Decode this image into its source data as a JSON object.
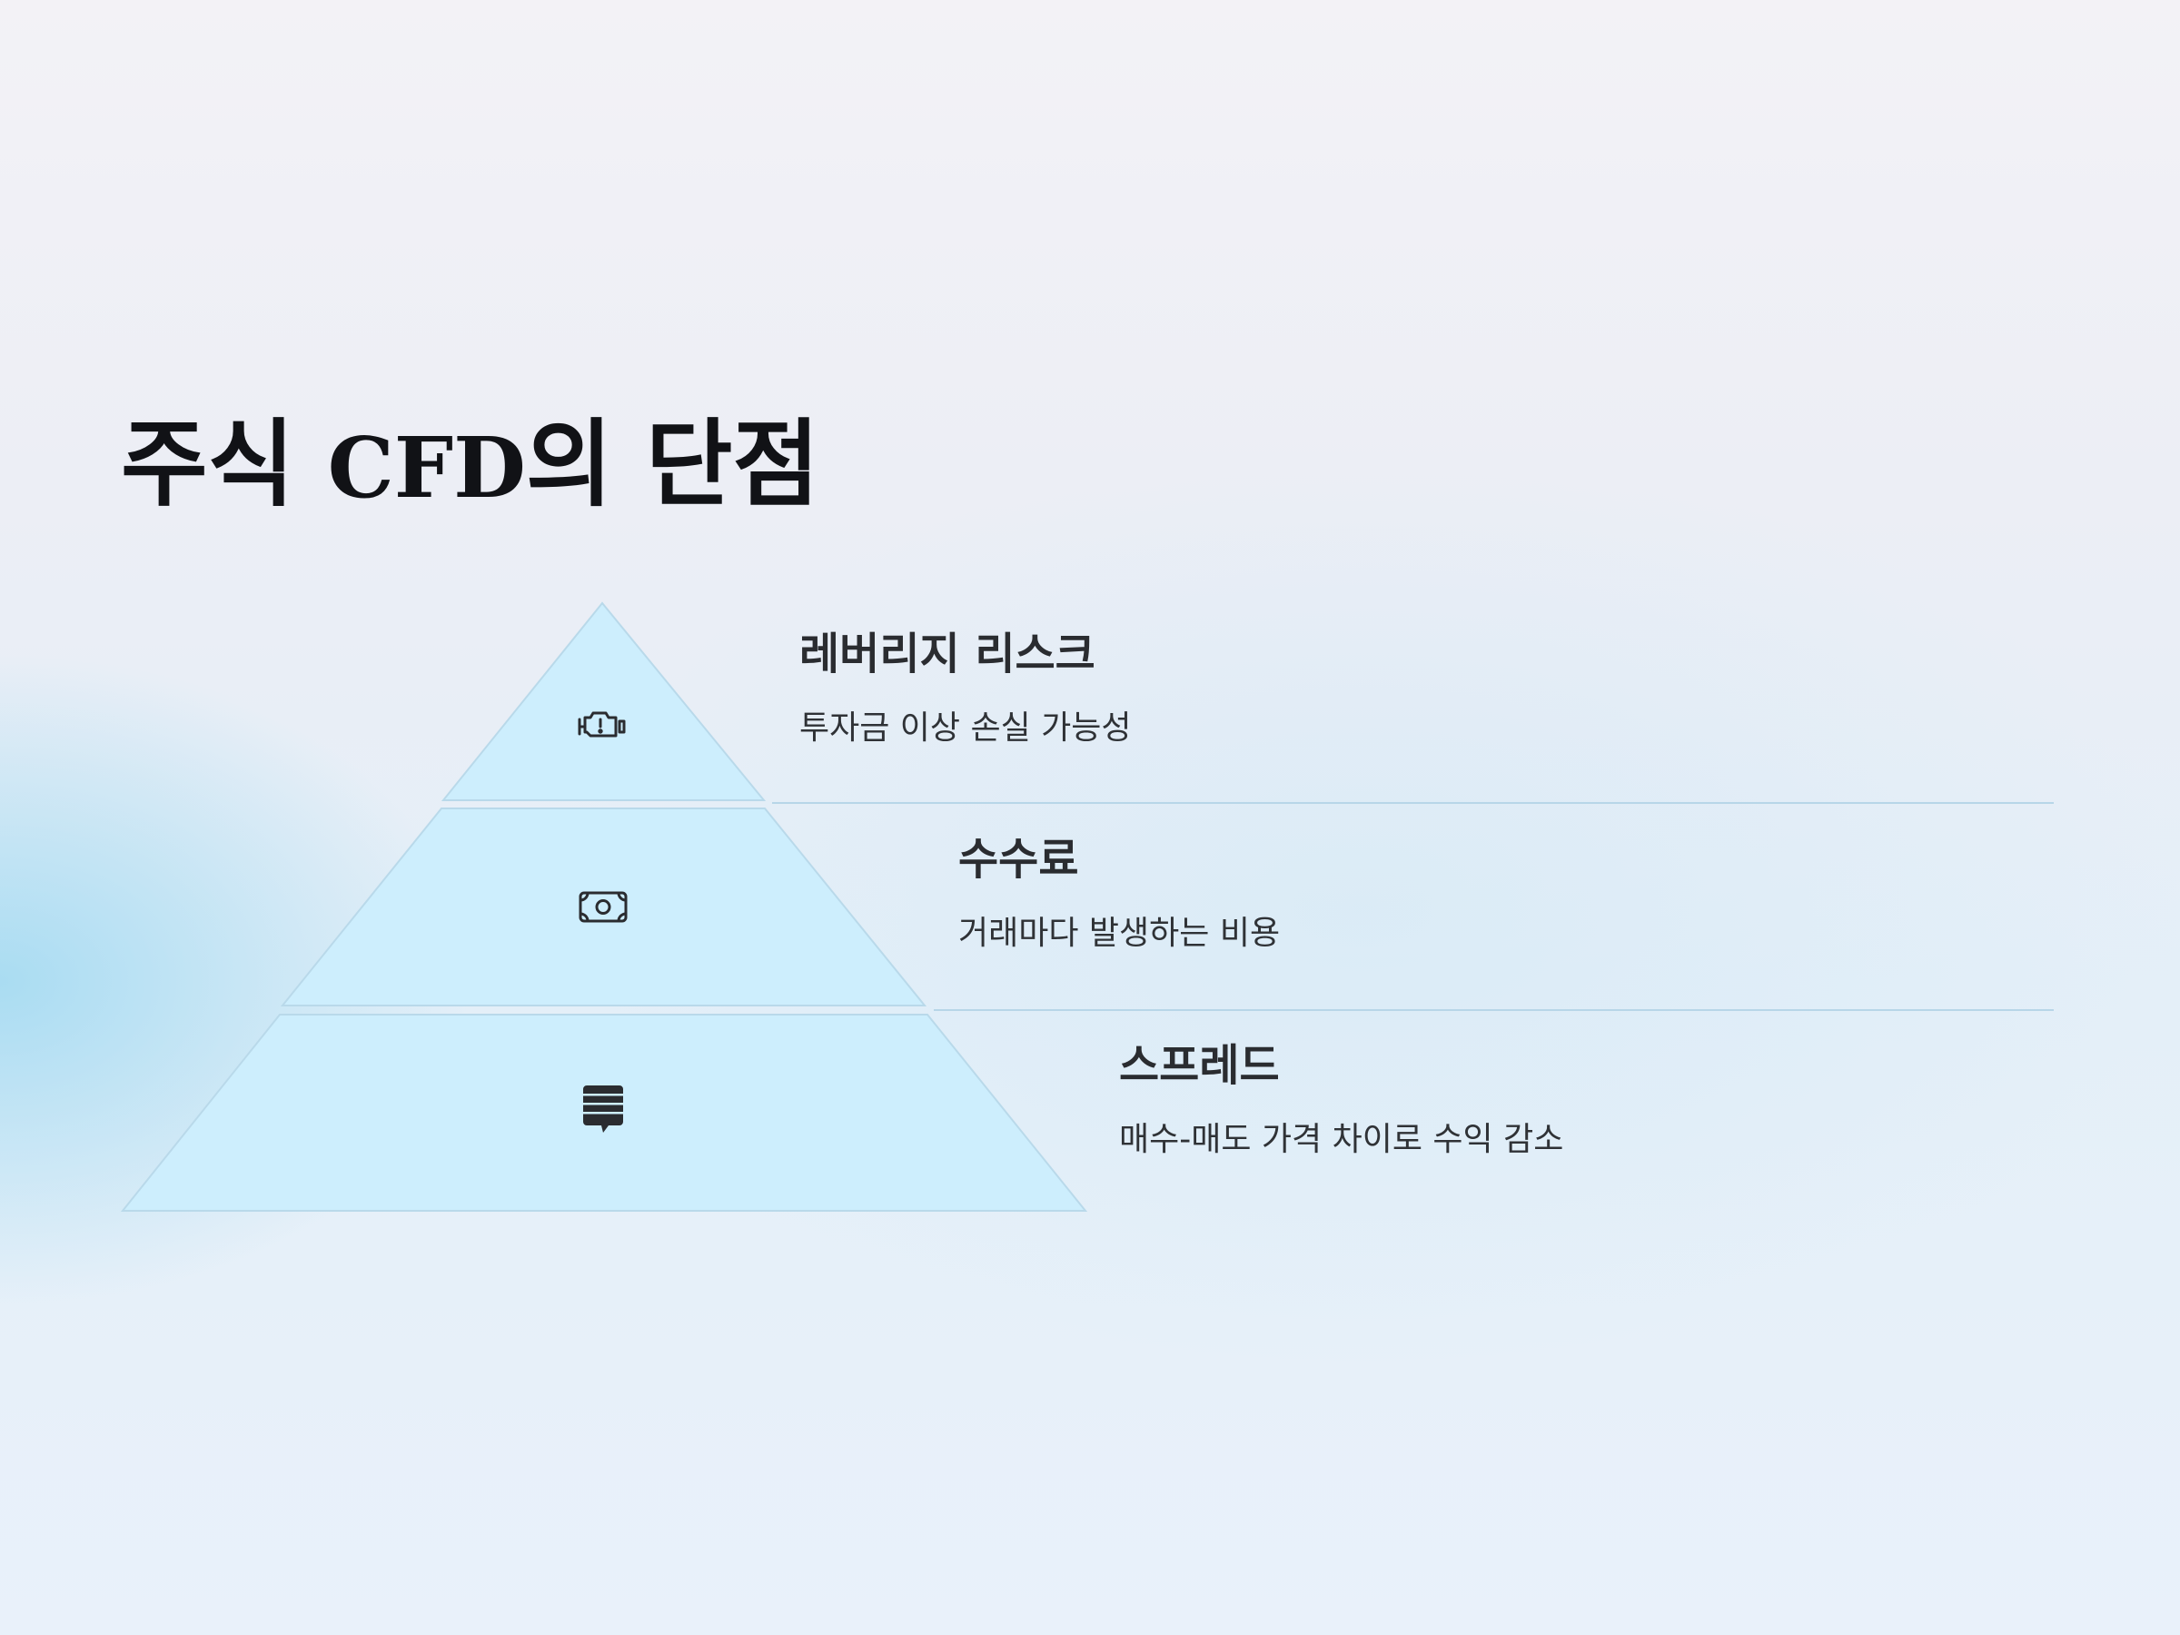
{
  "title": {
    "prefix": "주식 ",
    "latin": "CFD",
    "suffix": "의 단점"
  },
  "tiers": [
    {
      "icon": "engine-warning-icon",
      "title": "레버리지 리스크",
      "description": "투자금 이상 손실 가능성"
    },
    {
      "icon": "money-icon",
      "title": "수수료",
      "description": "거래마다 발생하는 비용"
    },
    {
      "icon": "chat-list-icon",
      "title": "스프레드",
      "description": "매수-매도 가격 차이로 수익 감소"
    }
  ],
  "colors": {
    "tier_fill": "#cdeefd",
    "tier_stroke": "#b9d9ea",
    "title_text": "#111216",
    "body_text": "#2f3236"
  }
}
